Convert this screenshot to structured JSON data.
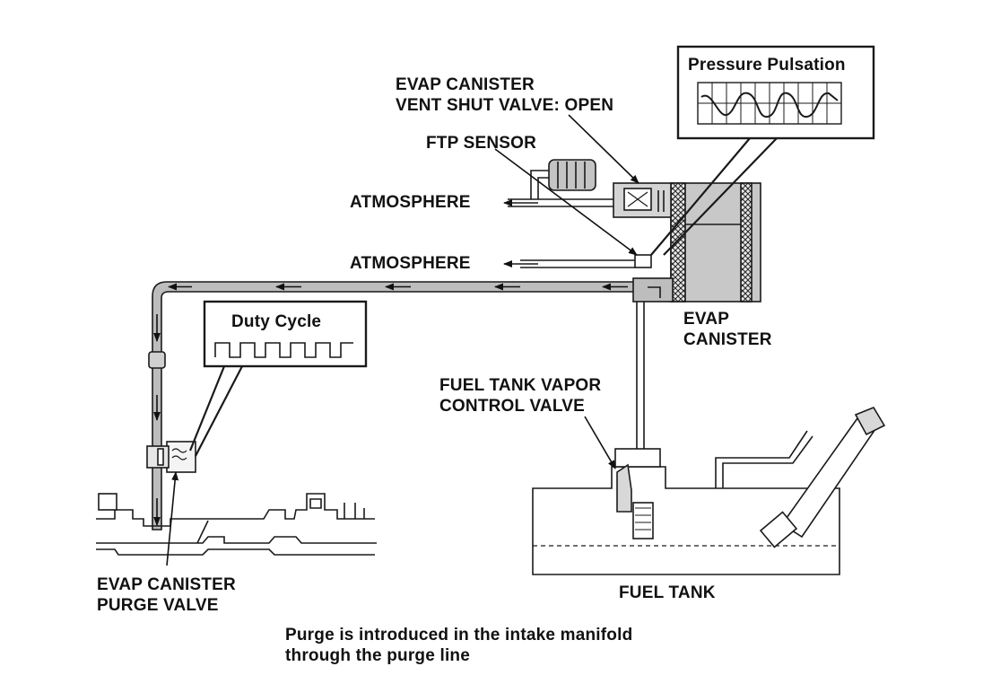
{
  "labels": {
    "vent_valve": [
      "EVAP CANISTER",
      "VENT SHUT VALVE: OPEN"
    ],
    "ftp_sensor": "FTP SENSOR",
    "atmosphere_upper": "ATMOSPHERE",
    "atmosphere_lower": "ATMOSPHERE",
    "pressure_box_title": "Pressure Pulsation",
    "duty_box_title": "Duty Cycle",
    "evap_canister": [
      "EVAP",
      "CANISTER"
    ],
    "vapor_valve": [
      "FUEL TANK VAPOR",
      "CONTROL VALVE"
    ],
    "purge_valve": [
      "EVAP CANISTER",
      "PURGE VALVE"
    ],
    "fuel_tank": "FUEL TANK",
    "caption": [
      "Purge is introduced in the intake manifold",
      "through the purge line"
    ]
  },
  "colors": {
    "line": "#1a1a1a",
    "pipe_fill": "#bdbdbd",
    "canister_fill": "#c8c8c8",
    "background": "#ffffff"
  }
}
